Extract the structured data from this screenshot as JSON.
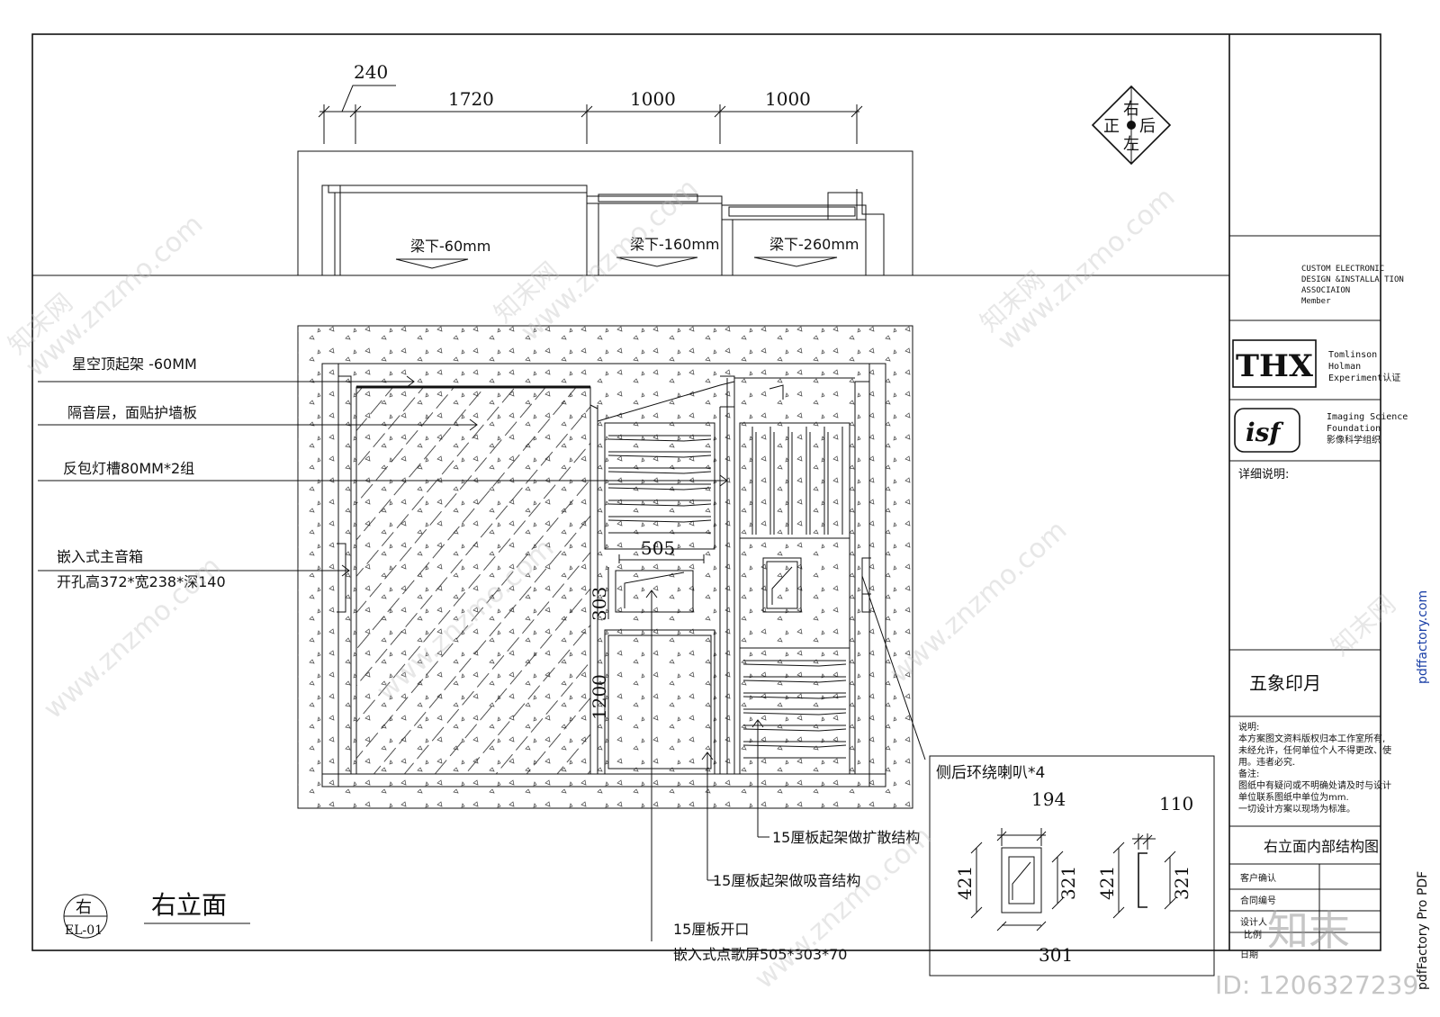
{
  "colors": {
    "ink": "#111111",
    "watermark": "#bbbbbb",
    "paper": "#ffffff"
  },
  "top_dims": [
    "240",
    "1720",
    "1000",
    "1000"
  ],
  "compass": {
    "top": "右",
    "left": "正",
    "right": "后",
    "bottom": "左"
  },
  "beam_labels": [
    "梁下-60mm",
    "梁下-160mm",
    "梁下-260mm"
  ],
  "left_notes": [
    {
      "line1": "星空顶起架 -60MM",
      "line2": ""
    },
    {
      "line1": "隔音层，面贴护墙板",
      "line2": ""
    },
    {
      "line1": "反包灯槽80MM*2组",
      "line2": ""
    },
    {
      "line1": "嵌入式主音箱",
      "line2": "开孔高372*宽238*深140"
    }
  ],
  "inner_dims": {
    "w": "505",
    "h": "303",
    "h2": "1200"
  },
  "bottom_notes": [
    {
      "line1": "15厘板起架做扩散结构",
      "line2": ""
    },
    {
      "line1": "15厘板起架做吸音结构",
      "line2": ""
    },
    {
      "line1": "15厘板开口",
      "line2": "嵌入式点歌屏505*303*70"
    }
  ],
  "detail": {
    "title": "侧后环绕喇叭*4",
    "d1": "194",
    "d2": "421",
    "d3": "321",
    "d4": "301",
    "d5": "110",
    "d6": "421",
    "d7": "321"
  },
  "view_tag": {
    "top": "右",
    "bottom": "EL-01",
    "title": "右立面"
  },
  "title_block": {
    "cedia": [
      "CUSTOM ELECTRONIC",
      "DESIGN &INSTALLA TION",
      "ASSOCIAION",
      "Member"
    ],
    "thx_logo": "THX",
    "thx_text": [
      "Tomlinson",
      "Holman",
      "Experiment认证"
    ],
    "isf_logo": "isf",
    "isf_text": [
      "Imaging Science",
      "Foundation",
      "影像科学组织"
    ],
    "detail_label": "详细说明:",
    "project": "五象印月",
    "notes": [
      "说明:",
      "本方案图文资料版权归本工作室所有,",
      "未经允许，任何单位个人不得更改、使",
      "用。违者必究.",
      "备注:",
      "图纸中有疑问或不明确处请及时与设计",
      "单位联系图纸中单位为mm.",
      "一切设计方案以现场为标准。"
    ],
    "drawing_title": "右立面内部结构图",
    "rows": [
      "客户确认",
      "合同编号",
      "设计人",
      "比例",
      "日期"
    ]
  },
  "side_text": [
    "pdffactory.com",
    "pdfFactory Pro PDF"
  ],
  "watermark": {
    "url": "www.znzmo.com",
    "brand": "知末网",
    "corner": "知末",
    "id": "ID: 1206327239"
  }
}
